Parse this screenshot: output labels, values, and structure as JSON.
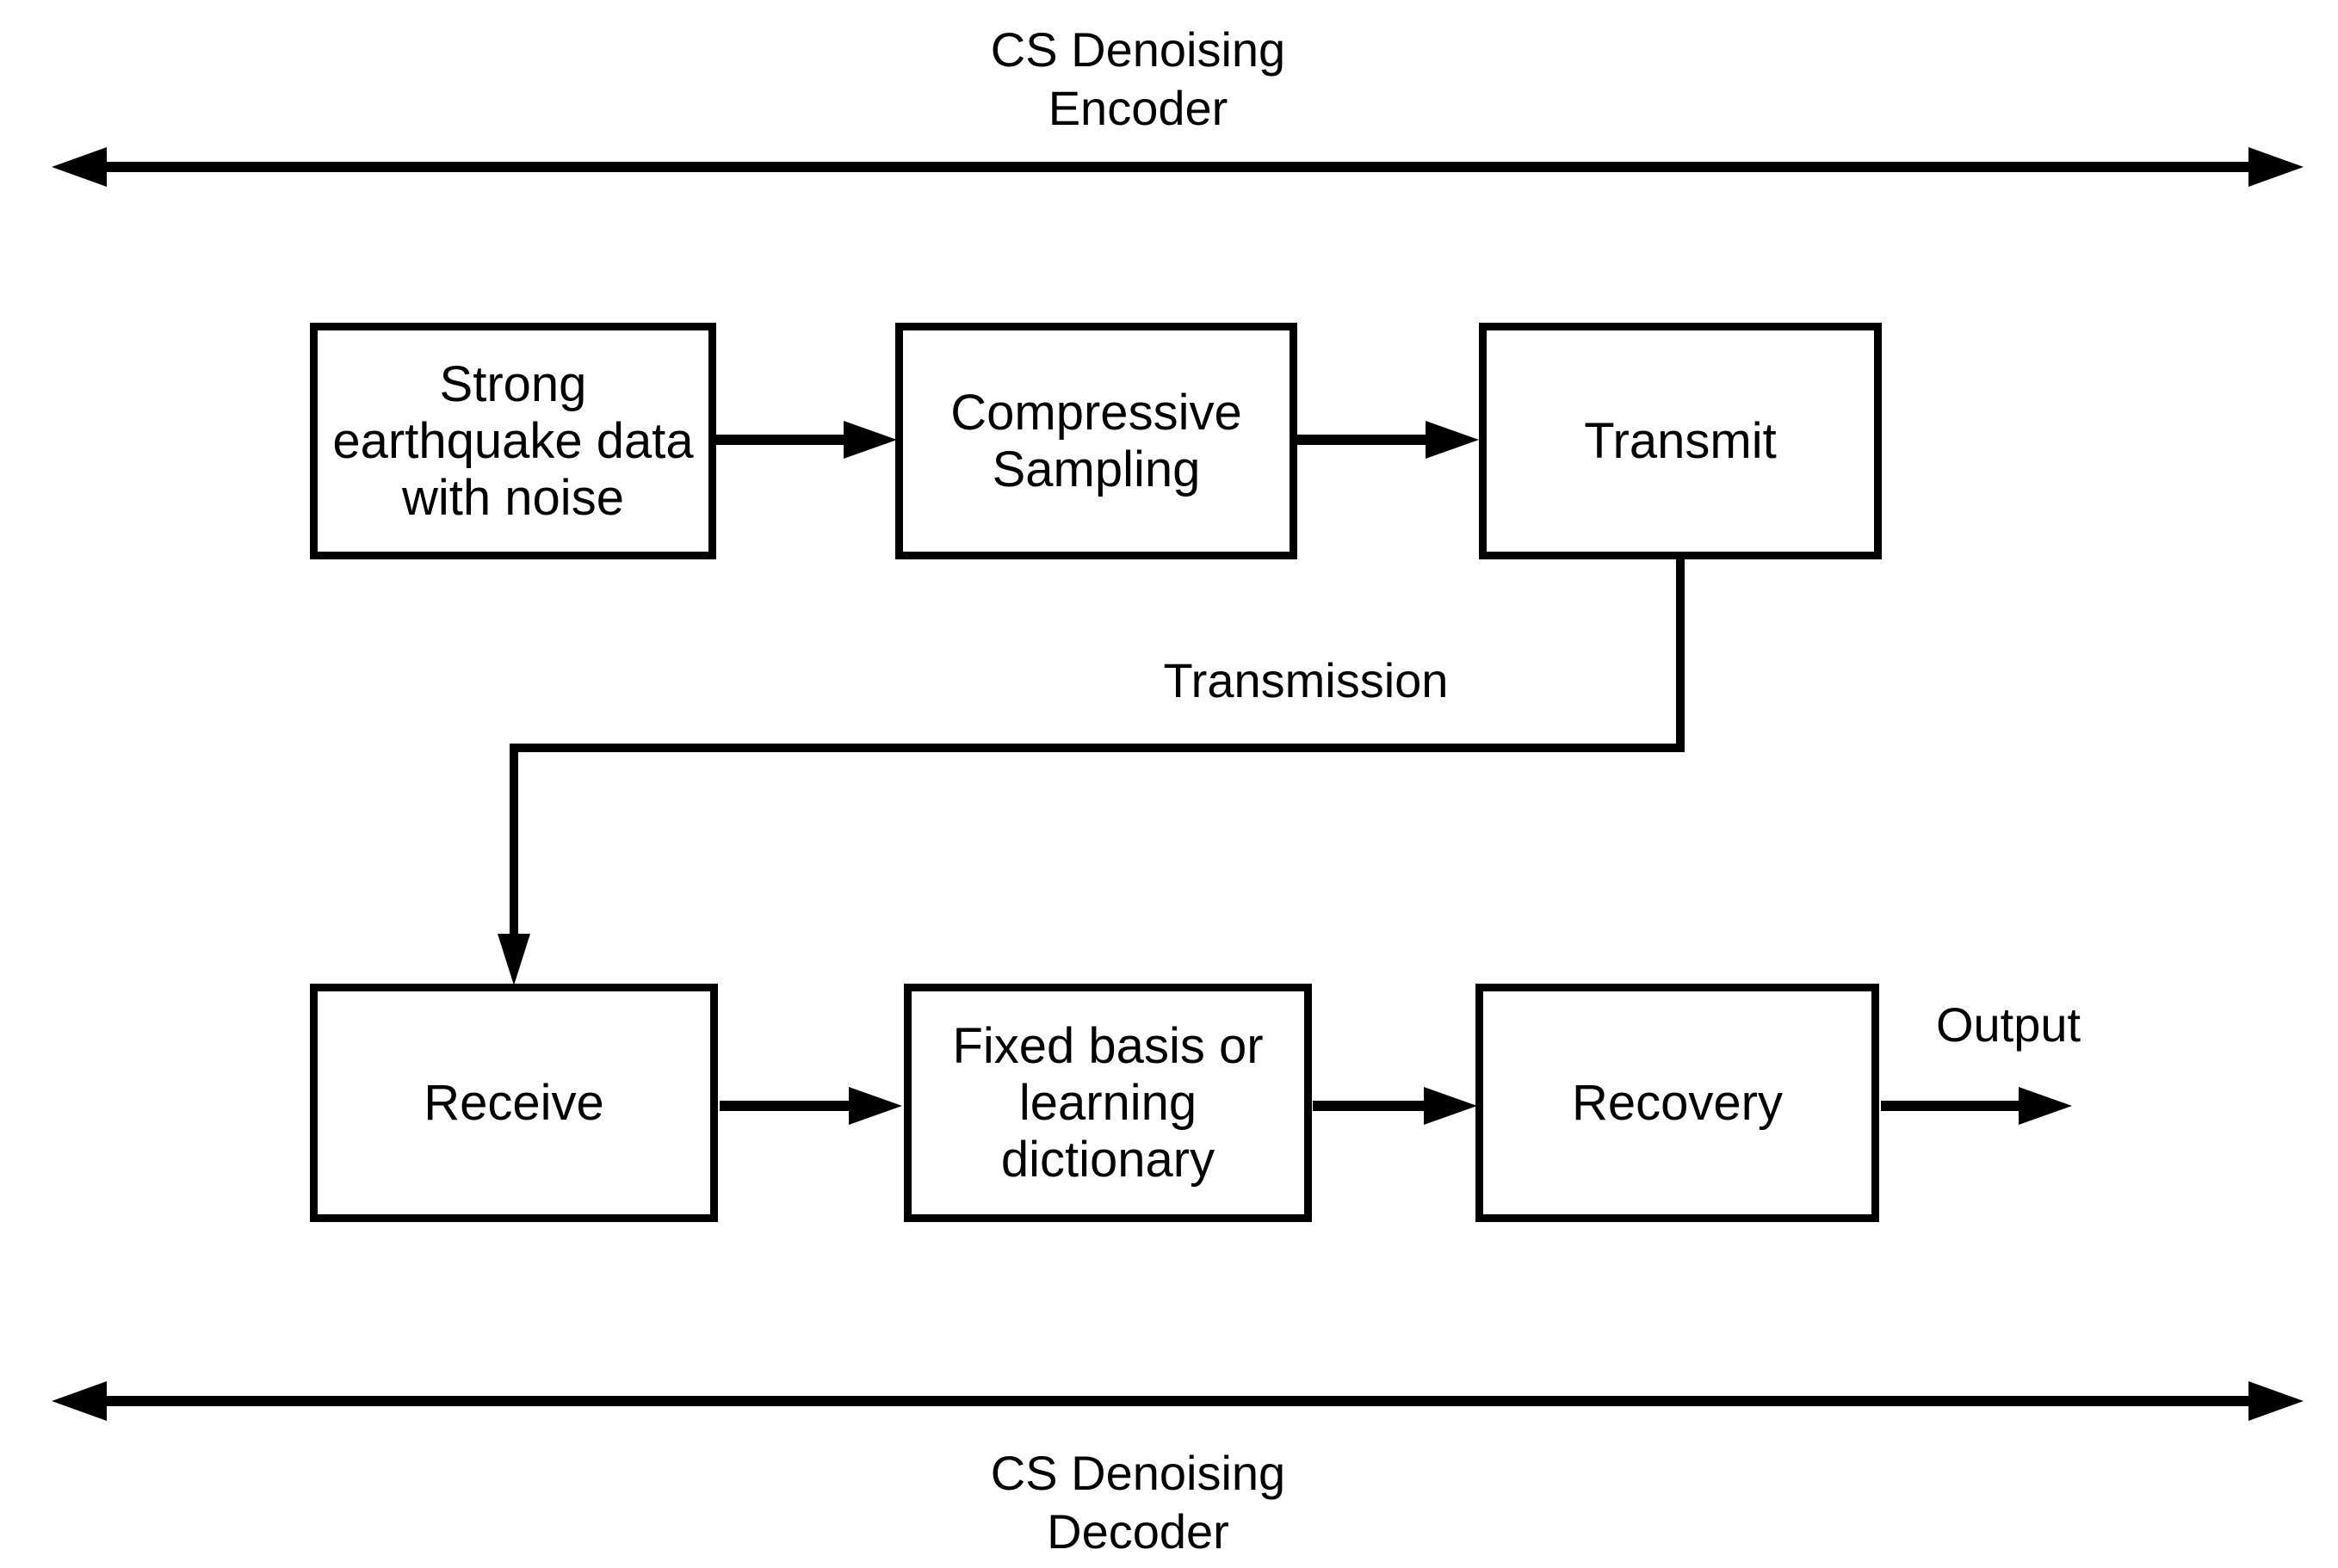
{
  "colors": {
    "ink": "#000000",
    "paper": "#ffffff"
  },
  "encoder": {
    "title": "CS Denoising\nEncoder",
    "boxes": [
      {
        "label": "Strong\nearthquake data\nwith noise"
      },
      {
        "label": "Compressive\nSampling"
      },
      {
        "label": "Transmit"
      }
    ]
  },
  "decoder": {
    "title": "CS Denoising\nDecoder",
    "boxes": [
      {
        "label": "Receive"
      },
      {
        "label": "Fixed basis or\nlearning\ndictionary"
      },
      {
        "label": "Recovery"
      }
    ]
  },
  "labels": {
    "transmission": "Transmission",
    "output": "Output"
  }
}
